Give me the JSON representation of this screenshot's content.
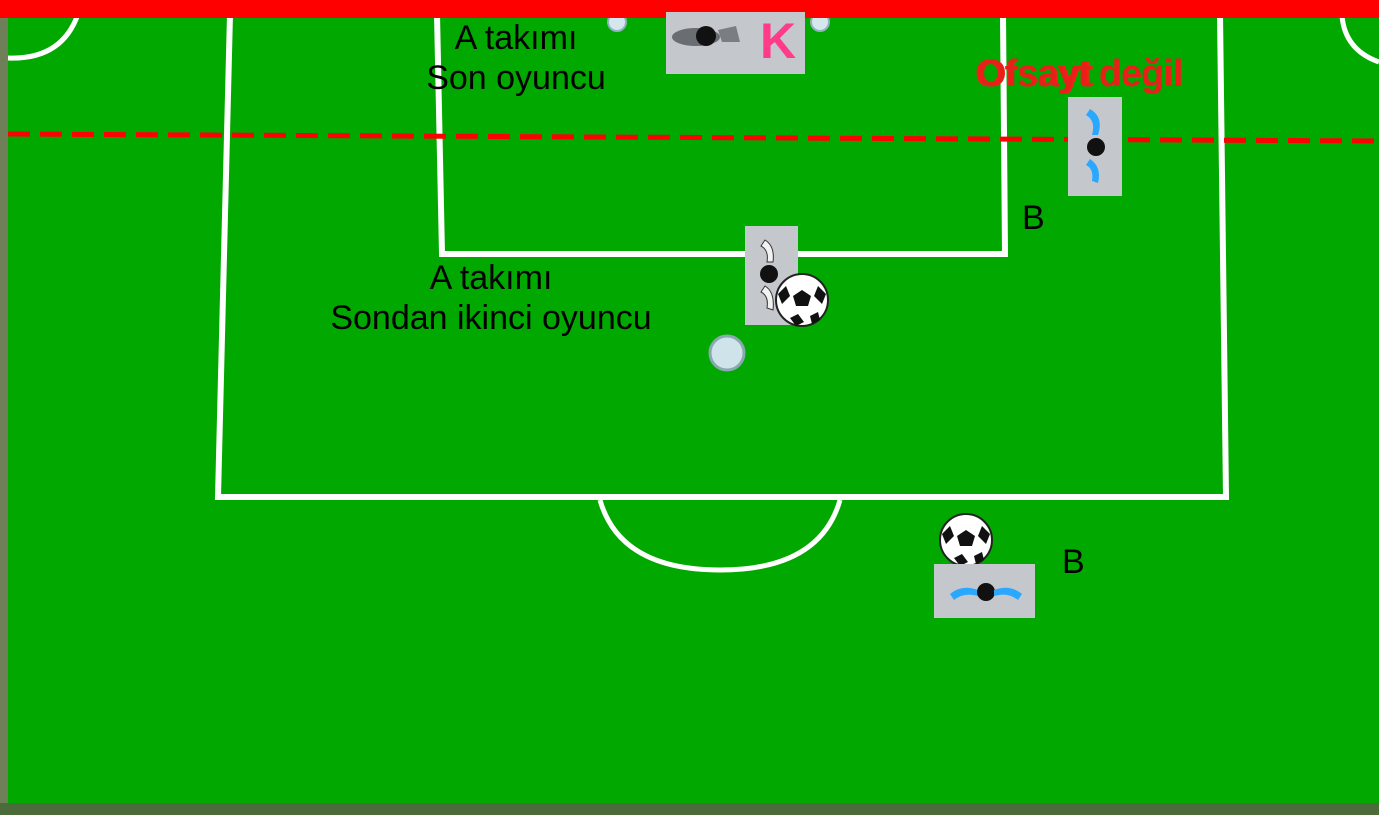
{
  "labels": {
    "team_a_last_line1": "A takımı",
    "team_a_last_line2": "Son oyuncu",
    "team_a_second_last_line1": "A takımı",
    "team_a_second_last_line2": "Sondan ikinci oyuncu",
    "attacker_upper": "B",
    "attacker_lower": "B",
    "goalkeeper_marker": "K"
  },
  "verdicts": {
    "offside": "Ofsayt",
    "not_offside": "Ofsayt değil"
  },
  "colors": {
    "pitch": "#00a800",
    "lines": "#ffffff",
    "offside_line": "#ff0000",
    "verdict_text": "#ff1a1a",
    "team_b_kit": "#2aa8ff",
    "team_a_kit": "#cfe3ea",
    "goalkeeper_letter": "#ff3b8a"
  }
}
